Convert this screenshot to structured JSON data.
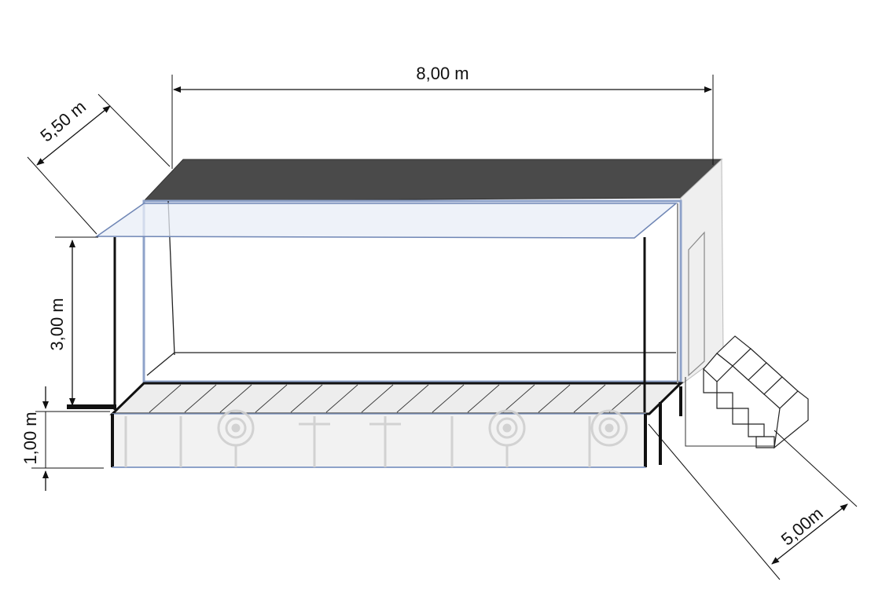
{
  "dimensions": {
    "width": "8,00 m",
    "depth": "5,50 m",
    "roof_height": "3,00 m",
    "floor_height": "1,00 m",
    "front_depth": "5,00m"
  },
  "colors": {
    "roof_top": "#4a4a4a",
    "side_wall": "#efefef",
    "canopy_fill": "#e8eef7",
    "canopy_stroke": "#6f86b5",
    "stage_skirt": "#f2f2f2",
    "watermark": "#cfcfcf",
    "dimension_line": "#111111"
  }
}
